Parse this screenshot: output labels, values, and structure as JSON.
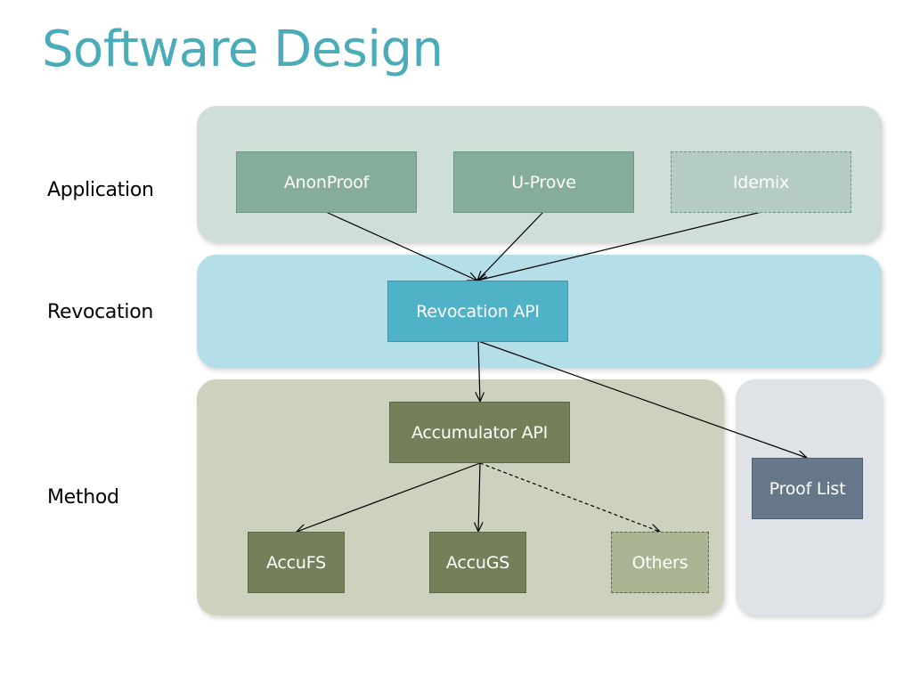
{
  "title": "Software Design",
  "colors": {
    "title": "#4aabb9",
    "application_panel": "#cfdfd8",
    "revocation_panel": "#b4dfe8",
    "method_panel": "#ccd2bd",
    "prooflist_panel": "#dfe3e7",
    "application_node": "#86ad9b",
    "application_node_faded": "#b4ccc1",
    "revocation_node": "#4fb2c6",
    "method_node": "#75805a",
    "method_node_faded": "#aab594",
    "prooflist_node": "#657789"
  },
  "layers": {
    "application": "Application",
    "revocation": "Revocation",
    "method": "Method"
  },
  "nodes": {
    "anonproof": "AnonProof",
    "uprove": "U-Prove",
    "idemix": "Idemix",
    "revocation_api": "Revocation API",
    "accumulator_api": "Accumulator API",
    "accufs": "AccuFS",
    "accugs": "AccuGS",
    "others": "Others",
    "proof_list": "Proof List"
  }
}
